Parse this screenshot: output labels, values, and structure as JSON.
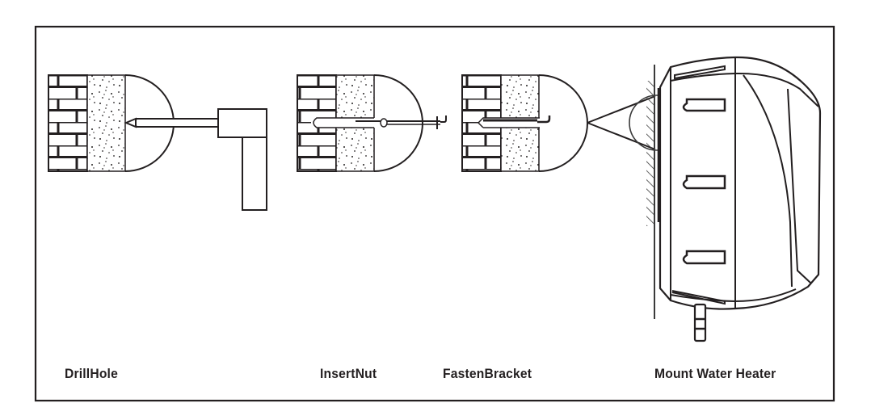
{
  "diagram": {
    "title": "",
    "colors": {
      "line": "#231f20",
      "wall": "#3a3a3a",
      "background": "#ffffff"
    },
    "steps": [
      {
        "label": "DrillHole",
        "illustration": "brick-wall-with-drill-icon"
      },
      {
        "label": "InsertNut",
        "illustration": "brick-wall-with-expansion-anchor-icon"
      },
      {
        "label": "FastenBracket",
        "illustration": "brick-wall-with-bracket-hook-icon"
      },
      {
        "label": "Mount Water Heater",
        "illustration": "water-heater-on-wall-icon"
      }
    ]
  }
}
